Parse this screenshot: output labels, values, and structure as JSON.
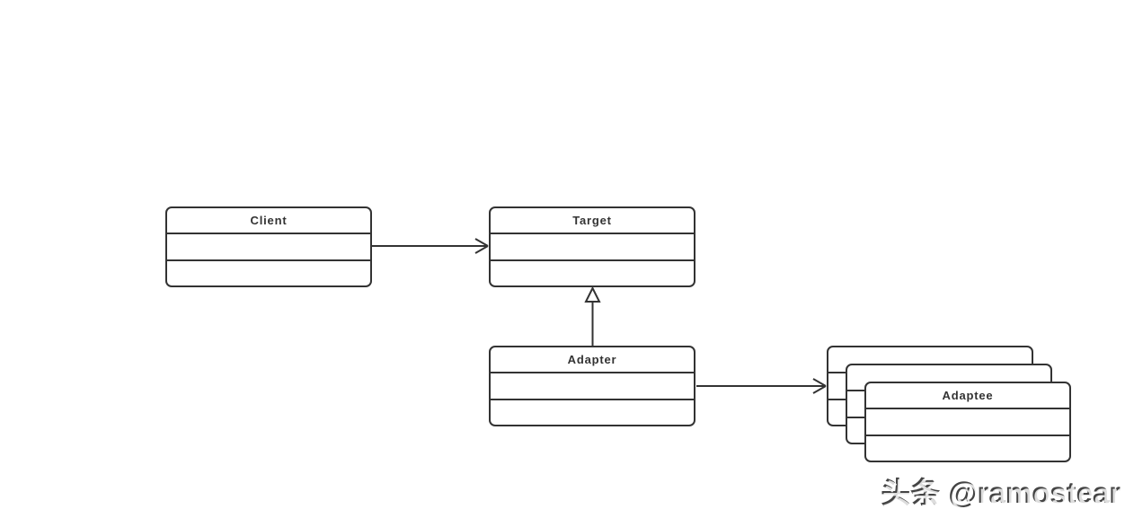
{
  "diagram": {
    "type": "uml-class-diagram",
    "classes": {
      "client": {
        "name": "Client"
      },
      "target": {
        "name": "Target"
      },
      "adapter": {
        "name": "Adapter"
      },
      "adaptee": {
        "name": "Adaptee"
      }
    },
    "relationships": [
      {
        "from": "Client",
        "to": "Target",
        "type": "association"
      },
      {
        "from": "Adapter",
        "to": "Target",
        "type": "generalization"
      },
      {
        "from": "Adapter",
        "to": "Adaptee",
        "type": "association"
      }
    ]
  },
  "watermark": {
    "text": "头条 @ramostear"
  },
  "colors": {
    "line": "#333333",
    "background": "#ffffff",
    "box_fill": "#ffffff",
    "watermark_text": "#2a2a2a"
  }
}
